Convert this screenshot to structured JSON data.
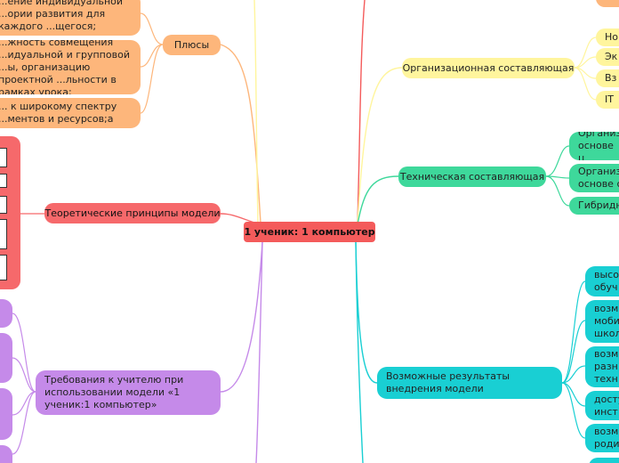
{
  "center": "1 ученик: 1 компьютер",
  "branches": {
    "pluses": "Плюсы",
    "organizational": "Организационная составляющая",
    "technical": "Техническая составляющая",
    "theory": "Теоретические принципы модели",
    "results": "Возможные результаты внедрения модели",
    "teacher": "Требования к учителю при использовании модели «1 ученик:1 компьютер»"
  },
  "pluses_items": [
    "...ение индивидуальной ...ории развития для каждого ...щегося;",
    "...жность совмещения ...идуальной и групповой ...ы, организацию проектной ...льности в рамках урока;",
    "... к широкому спектру ...ментов и ресурсов;а"
  ],
  "org_items": [
    "Но",
    "Эк",
    "Вз",
    "IT"
  ],
  "tech_items": [
    "Организ основе ц",
    "Организ основе с",
    "Гибридна"
  ],
  "results_items": [
    "высо обуч",
    "возм моби школ",
    "возм разн техн",
    "досту инст",
    "возм роди"
  ]
}
